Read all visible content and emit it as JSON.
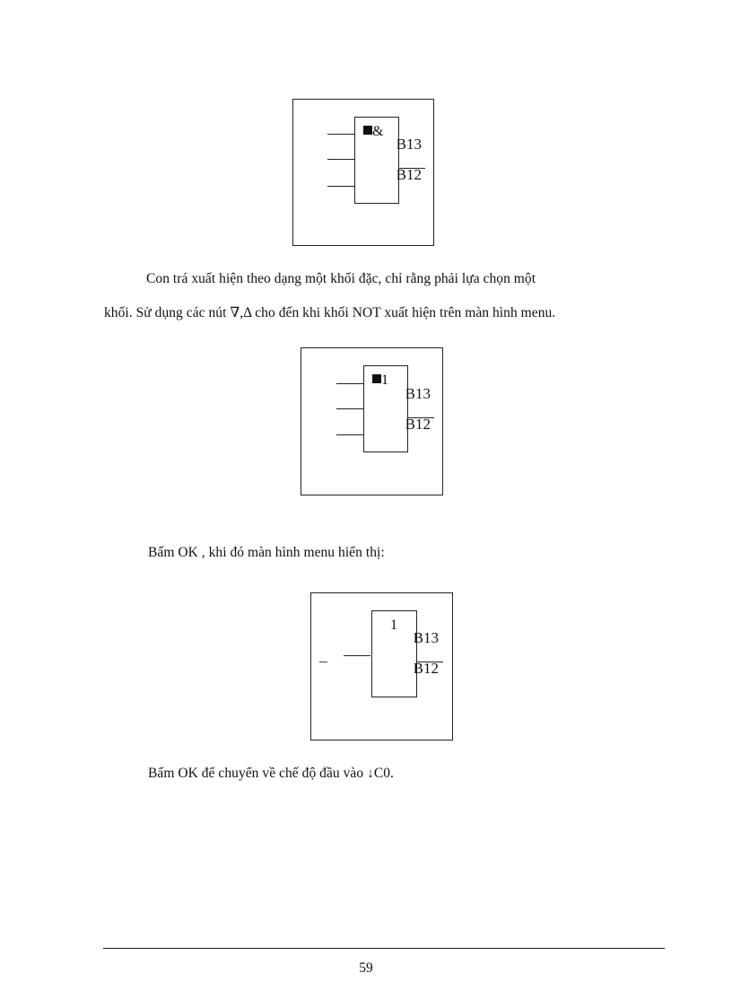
{
  "document": {
    "page_number": "59",
    "figures": [
      {
        "id": "figure-and-block",
        "gate_symbol": "&",
        "has_cursor_marker": true,
        "input_count": 3,
        "outputs": [
          "B13",
          "B12"
        ],
        "inverted_output": "B12"
      },
      {
        "id": "figure-not-block-selected",
        "gate_symbol": "1",
        "has_cursor_marker": true,
        "input_count": 3,
        "outputs": [
          "B13",
          "B12"
        ],
        "inverted_output": "B12"
      },
      {
        "id": "figure-not-block-placed",
        "gate_symbol": "1",
        "has_cursor_marker": false,
        "input_count": 1,
        "outputs": [
          "B13",
          "B12"
        ],
        "inverted_output": "B12"
      }
    ],
    "paragraphs": {
      "p1_line1": "Con trá xuất hiện theo dạng một khối đặc, chỉ rằng phải lựa chọn một",
      "p1_line2": "khối.  Sử dụng các nút ∇,Δ cho đến khi khối NOT xuất hiện trên màn hình menu.",
      "p2": "Bấm OK , khi  đó màn hình menu hiển thị:",
      "p3": "Bấm OK để chuyển về chế độ đầu vào ↓C0."
    }
  }
}
